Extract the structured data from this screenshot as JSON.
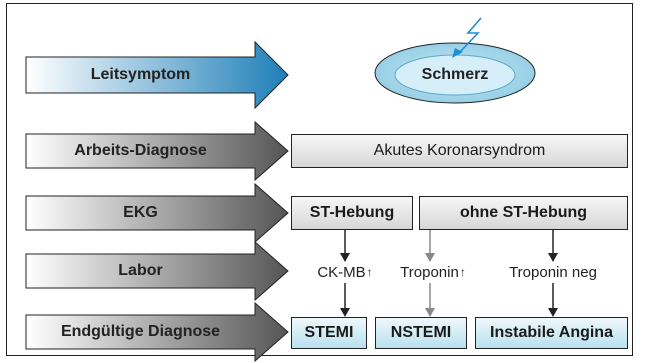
{
  "rows": {
    "leitsymptom": "Leitsymptom",
    "arbeits_diagnose": "Arbeits-Diagnose",
    "ekg": "EKG",
    "labor": "Labor",
    "endgueltige_diagnose": "Endgültige Diagnose"
  },
  "nodes": {
    "schmerz": "Schmerz",
    "akutes_koronarsyndrom": "Akutes Koronarsyndrom",
    "st_hebung": "ST-Hebung",
    "ohne_st_hebung": "ohne ST-Hebung",
    "ck_mb": "CK-MB",
    "troponin": "Troponin",
    "troponin_neg": "Troponin neg",
    "stemi": "STEMI",
    "nstemi": "NSTEMI",
    "instabile_angina": "Instabile Angina"
  },
  "colors": {
    "blue_fill": "#b9e0ef",
    "gray_fill": "#d6d6d6",
    "lightning": "#1c8fd6",
    "arrow_dark": "#222222",
    "arrow_gray": "#888888"
  }
}
